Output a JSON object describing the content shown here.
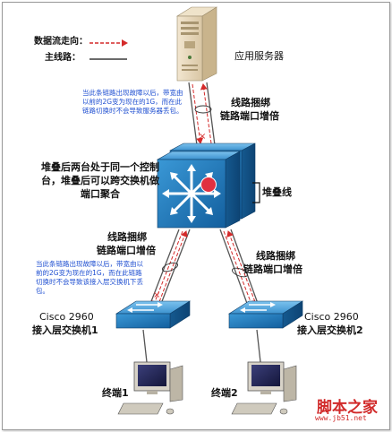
{
  "legend": {
    "dataflow_label": "数据流走向：",
    "mainline_label": "主线路："
  },
  "server": {
    "label": "应用服务器"
  },
  "top_link": {
    "bundle_label_line1": "线路捆绑",
    "bundle_label_line2": "链路端口增倍",
    "note": "当此条链路出现故障以后，带宽由以前的2G变为现在的1G，而在此链路切换时不会导致服务器丢包。"
  },
  "stack": {
    "description_line1": "堆叠后两台处于同一个控制",
    "description_line2": "台，堆叠后可以跨交换机做",
    "description_line3": "端口聚合",
    "stack_cable_label": "堆叠线"
  },
  "left_link": {
    "bundle_label_line1": "线路捆绑",
    "bundle_label_line2": "链路端口增倍",
    "note": "当此条链路出现故障以后，带宽由以前的2G变为现在的1G，而在此链路切换时不会导致该接入层交换机下丢包。"
  },
  "right_link": {
    "bundle_label_line1": "线路捆绑",
    "bundle_label_line2": "链路端口增倍"
  },
  "switch_left": {
    "model": "Cisco 2960",
    "label": "接入层交换机1"
  },
  "switch_right": {
    "model": "Cisco 2960",
    "label": "接入层交换机2"
  },
  "terminal_left": {
    "label": "终端1"
  },
  "terminal_right": {
    "label": "终端2"
  },
  "watermark": {
    "title": "脚本之家",
    "url": "www.jb51.net"
  },
  "colors": {
    "dataflow": "#d42a2a",
    "mainline": "#111111",
    "note_text": "#1f4fd1",
    "device_blue": "#1e74b8",
    "stack_center": "#e03040"
  }
}
